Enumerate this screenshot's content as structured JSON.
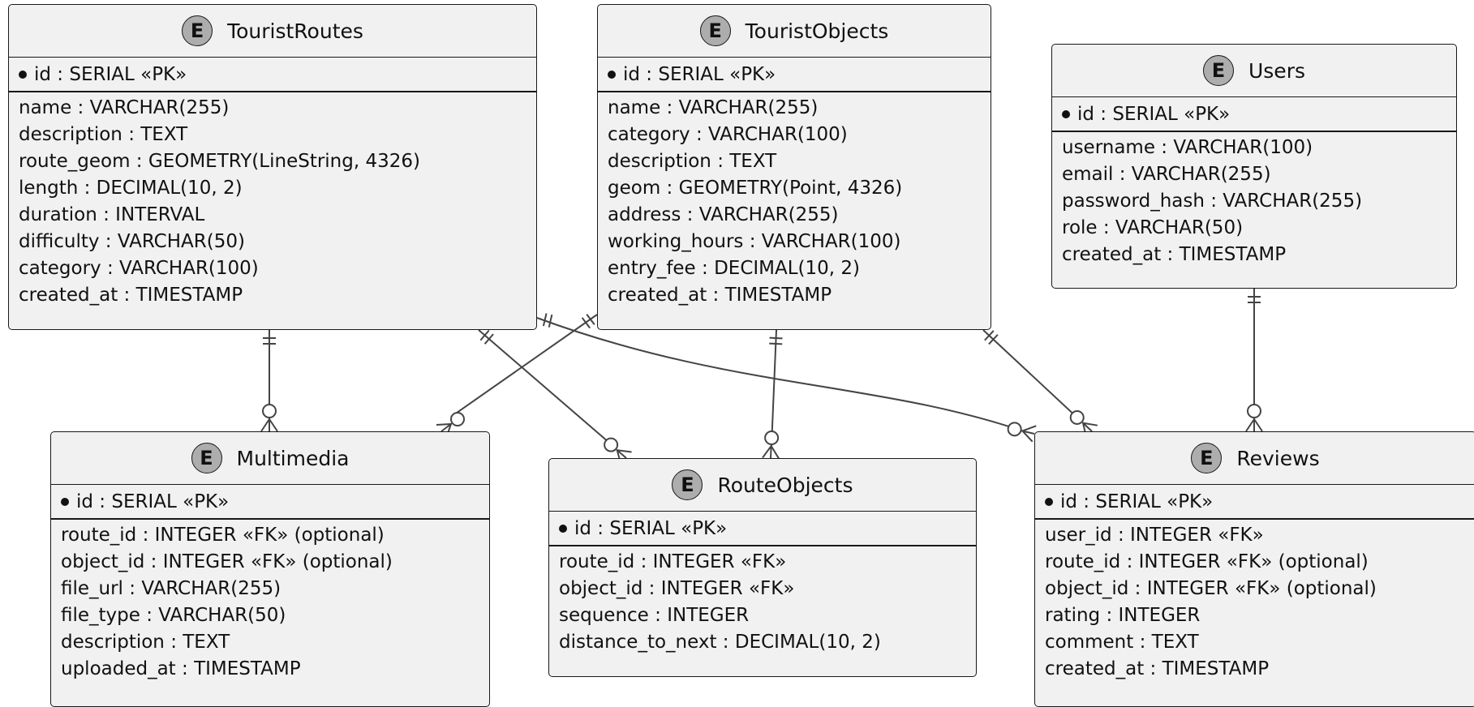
{
  "entities": [
    {
      "id": "touristroutes",
      "name": "TouristRoutes",
      "badge": "E",
      "pk": "id : SERIAL «PK»",
      "attributes": [
        "name : VARCHAR(255)",
        "description : TEXT",
        "route_geom : GEOMETRY(LineString, 4326)",
        "length : DECIMAL(10, 2)",
        "duration : INTERVAL",
        "difficulty : VARCHAR(50)",
        "category : VARCHAR(100)",
        "created_at : TIMESTAMP"
      ]
    },
    {
      "id": "touristobjects",
      "name": "TouristObjects",
      "badge": "E",
      "pk": "id : SERIAL «PK»",
      "attributes": [
        "name : VARCHAR(255)",
        "category : VARCHAR(100)",
        "description : TEXT",
        "geom : GEOMETRY(Point, 4326)",
        "address : VARCHAR(255)",
        "working_hours : VARCHAR(100)",
        "entry_fee : DECIMAL(10, 2)",
        "created_at : TIMESTAMP"
      ]
    },
    {
      "id": "users",
      "name": "Users",
      "badge": "E",
      "pk": "id : SERIAL «PK»",
      "attributes": [
        "username : VARCHAR(100)",
        "email : VARCHAR(255)",
        "password_hash : VARCHAR(255)",
        "role : VARCHAR(50)",
        "created_at : TIMESTAMP"
      ]
    },
    {
      "id": "multimedia",
      "name": "Multimedia",
      "badge": "E",
      "pk": "id : SERIAL «PK»",
      "attributes": [
        "route_id : INTEGER «FK» (optional)",
        "object_id : INTEGER «FK» (optional)",
        "file_url : VARCHAR(255)",
        "file_type : VARCHAR(50)",
        "description : TEXT",
        "uploaded_at : TIMESTAMP"
      ]
    },
    {
      "id": "routeobjects",
      "name": "RouteObjects",
      "badge": "E",
      "pk": "id : SERIAL «PK»",
      "attributes": [
        "route_id : INTEGER «FK»",
        "object_id : INTEGER «FK»",
        "sequence : INTEGER",
        "distance_to_next : DECIMAL(10, 2)"
      ]
    },
    {
      "id": "reviews",
      "name": "Reviews",
      "badge": "E",
      "pk": "id : SERIAL «PK»",
      "attributes": [
        "user_id : INTEGER «FK»",
        "route_id : INTEGER «FK» (optional)",
        "object_id : INTEGER «FK» (optional)",
        "rating : INTEGER",
        "comment : TEXT",
        "created_at : TIMESTAMP"
      ]
    }
  ],
  "relationships": [
    {
      "from": "touristroutes",
      "to": "multimedia",
      "from_cardinality": "exactly-one",
      "to_cardinality": "zero-or-many"
    },
    {
      "from": "touristobjects",
      "to": "multimedia",
      "from_cardinality": "exactly-one",
      "to_cardinality": "zero-or-many"
    },
    {
      "from": "touristroutes",
      "to": "routeobjects",
      "from_cardinality": "exactly-one",
      "to_cardinality": "zero-or-many"
    },
    {
      "from": "touristobjects",
      "to": "routeobjects",
      "from_cardinality": "exactly-one",
      "to_cardinality": "zero-or-many"
    },
    {
      "from": "touristroutes",
      "to": "reviews",
      "from_cardinality": "exactly-one",
      "to_cardinality": "zero-or-many"
    },
    {
      "from": "touristobjects",
      "to": "reviews",
      "from_cardinality": "exactly-one",
      "to_cardinality": "zero-or-many"
    },
    {
      "from": "users",
      "to": "reviews",
      "from_cardinality": "exactly-one",
      "to_cardinality": "zero-or-many"
    }
  ],
  "colors": {
    "entity_fill": "#f1f1f1",
    "border": "#181818",
    "badge_fill": "#adadad",
    "edge": "#444444"
  }
}
